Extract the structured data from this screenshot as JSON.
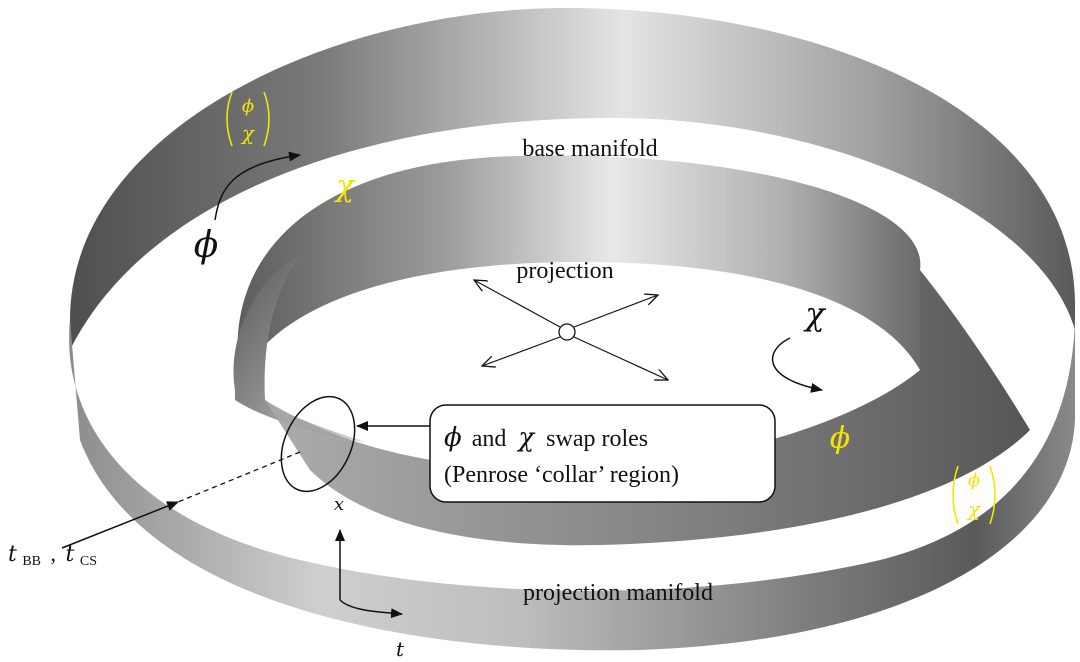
{
  "labels": {
    "base_manifold": "base manifold",
    "projection": "projection",
    "projection_manifold": "projection manifold",
    "swap_line1_tail": "and",
    "swap_line1_end": "swap roles",
    "swap_line2": "(Penrose ‘collar’ region)",
    "phi": "ϕ",
    "chi": "χ",
    "x_axis": "x",
    "t_axis": "t",
    "t_bb": "t",
    "bb_sub": "BB",
    "t_cs": "t",
    "cs_sub": "CS",
    "comma": ","
  },
  "colors": {
    "band_dark": "#4a4a4a",
    "band_mid": "#9a9a9a",
    "band_light": "#e6e6e6",
    "highlight": "#f2e600",
    "ink": "#111111"
  }
}
